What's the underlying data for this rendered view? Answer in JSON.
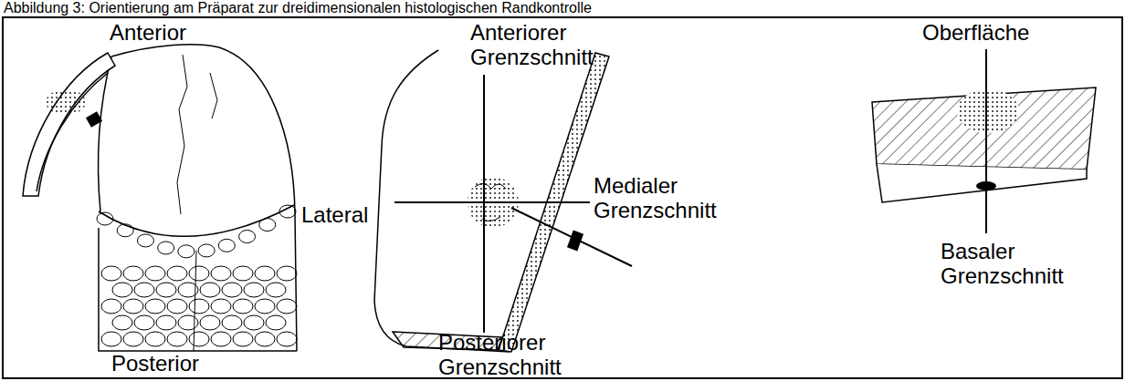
{
  "diagram": {
    "title": "Abbildung 3: Orientierung am Präparat zur dreidimensionalen histologischen Randkontrolle",
    "labels": [
      "Anterior",
      "Posterior",
      "Anteriorer Grenzschnitt",
      "Lateral",
      "Medialer Grenzschnitt",
      "Posteriorer Grenzschnitt",
      "Oberfläche",
      "Basaler Grenzschnitt"
    ]
  }
}
